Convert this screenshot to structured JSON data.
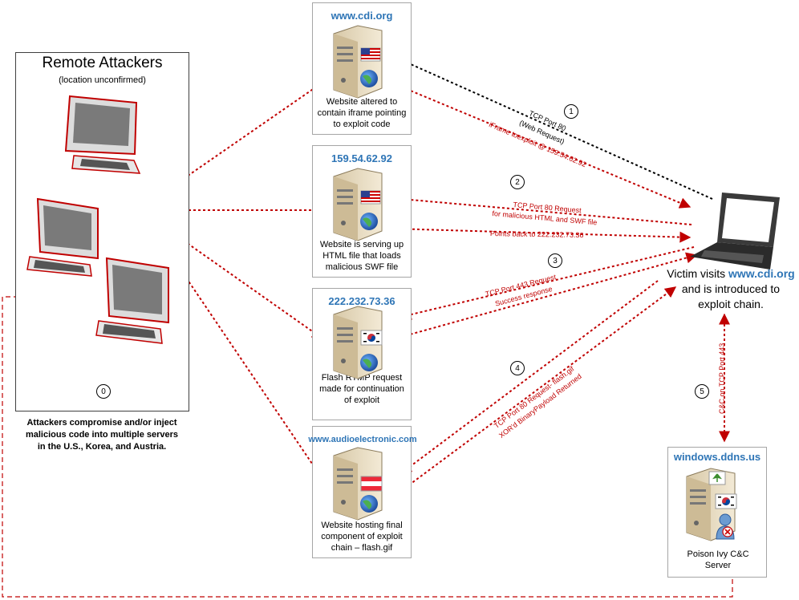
{
  "attackers": {
    "title": "Remote Attackers",
    "subtitle": "(location unconfirmed)",
    "step": "0",
    "description_lines": [
      "Attackers compromise and/or inject",
      "malicious code into multiple servers",
      "in the U.S., Korea, and Austria."
    ]
  },
  "servers": [
    {
      "host": "www.cdi.org",
      "flag": "us-flag",
      "caption": "Website altered to contain iframe pointing to exploit code"
    },
    {
      "host": "159.54.62.92",
      "flag": "us-flag",
      "caption": "Website is serving up HTML file that loads malicious SWF file"
    },
    {
      "host": "222.232.73.36",
      "flag": "korea-flag",
      "caption": "Flash RTMP request made for continuation of exploit"
    },
    {
      "host": "www.audioelectronic.com",
      "flag": "austria-flag",
      "caption": "Website hosting final component of exploit chain – flash.gif"
    }
  ],
  "cnc": {
    "host": "windows.ddns.us",
    "flag": "korea-flag",
    "caption": "Poison Ivy C&C Server"
  },
  "victim": {
    "line1_prefix": "Victim visits ",
    "line1_host": "www.cdi.org",
    "line2": "and is introduced to",
    "line3": "exploit chain."
  },
  "steps": [
    "1",
    "2",
    "3",
    "4",
    "5"
  ],
  "labels": {
    "s1_a": "TCP Port 80",
    "s1_b": "(Web Request)",
    "s1_red": "iFrame toexploit @ 159.54.62.92",
    "s2_a": "TCP Port 80 Request",
    "s2_b": "for malicious HTML and SWF file",
    "s2_c": "Points back to 222.232.73.36",
    "s3_a": "TCP Port 443 Request",
    "s3_b": "Success response",
    "s4_a": "TCP Port 80 Request- flash.gif",
    "s4_b": "XOR'd BinaryPayload Returned",
    "s5": "C&C on TCP Port 443"
  },
  "colors": {
    "accent": "#2e75b6",
    "arrow": "#c00000",
    "black_arrow": "#000000"
  }
}
